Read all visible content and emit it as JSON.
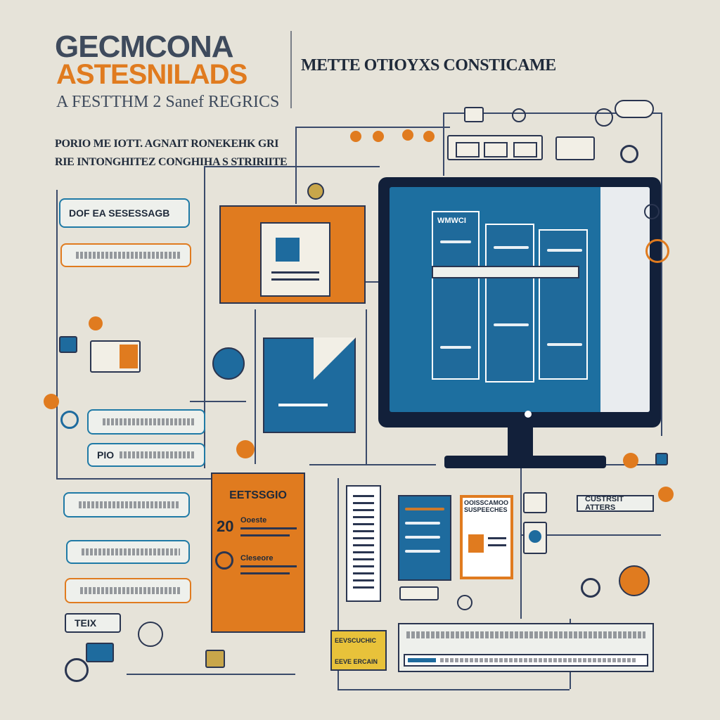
{
  "colors": {
    "background": "#e6e3d9",
    "accent_orange": "#e07b1f",
    "accent_blue": "#1e6b9e",
    "navy": "#12203a"
  },
  "header": {
    "title_line1": "GECMCONA",
    "title_line2": "ASTESNILADS",
    "title_line3": "A FESTTHM 2  Sanef REGRICS",
    "top_heading": "METTE OTIOYXS CONSTICAME",
    "subtitle_line1": "PORIO ME IOTT. AGNAIT RONEKEHK GRI",
    "subtitle_line2": "RIE INTONGHITEZ CONGHIHA S STRIRIITE"
  },
  "left_panel": {
    "box1_label": "DOF EA SESESSAGB",
    "box2_label": "",
    "box3_label": "",
    "box4_label": "PIO",
    "box5_label": "",
    "box6_label": "",
    "box7_label": "TEIX"
  },
  "orange_card": {
    "title": "EETSSGIO",
    "item1_number": "20",
    "item1_label": "Ooeste",
    "item2_label": "Cleseore"
  },
  "monitor": {
    "panel_label": "WMWCI"
  },
  "right_panel": {
    "label1": "CUSTRSIT ATTERS",
    "card_title": "OOISSCAMOO SUSPEECHES",
    "yellow_card_title": "EEVSCUCHIC",
    "yellow_card_footer": "EEVE ERCAIN"
  },
  "icons": [
    "lightbulb-icon",
    "gear-icon",
    "document-icon",
    "monitor-icon",
    "chart-icon",
    "user-icon",
    "cloud-icon",
    "globe-icon"
  ]
}
